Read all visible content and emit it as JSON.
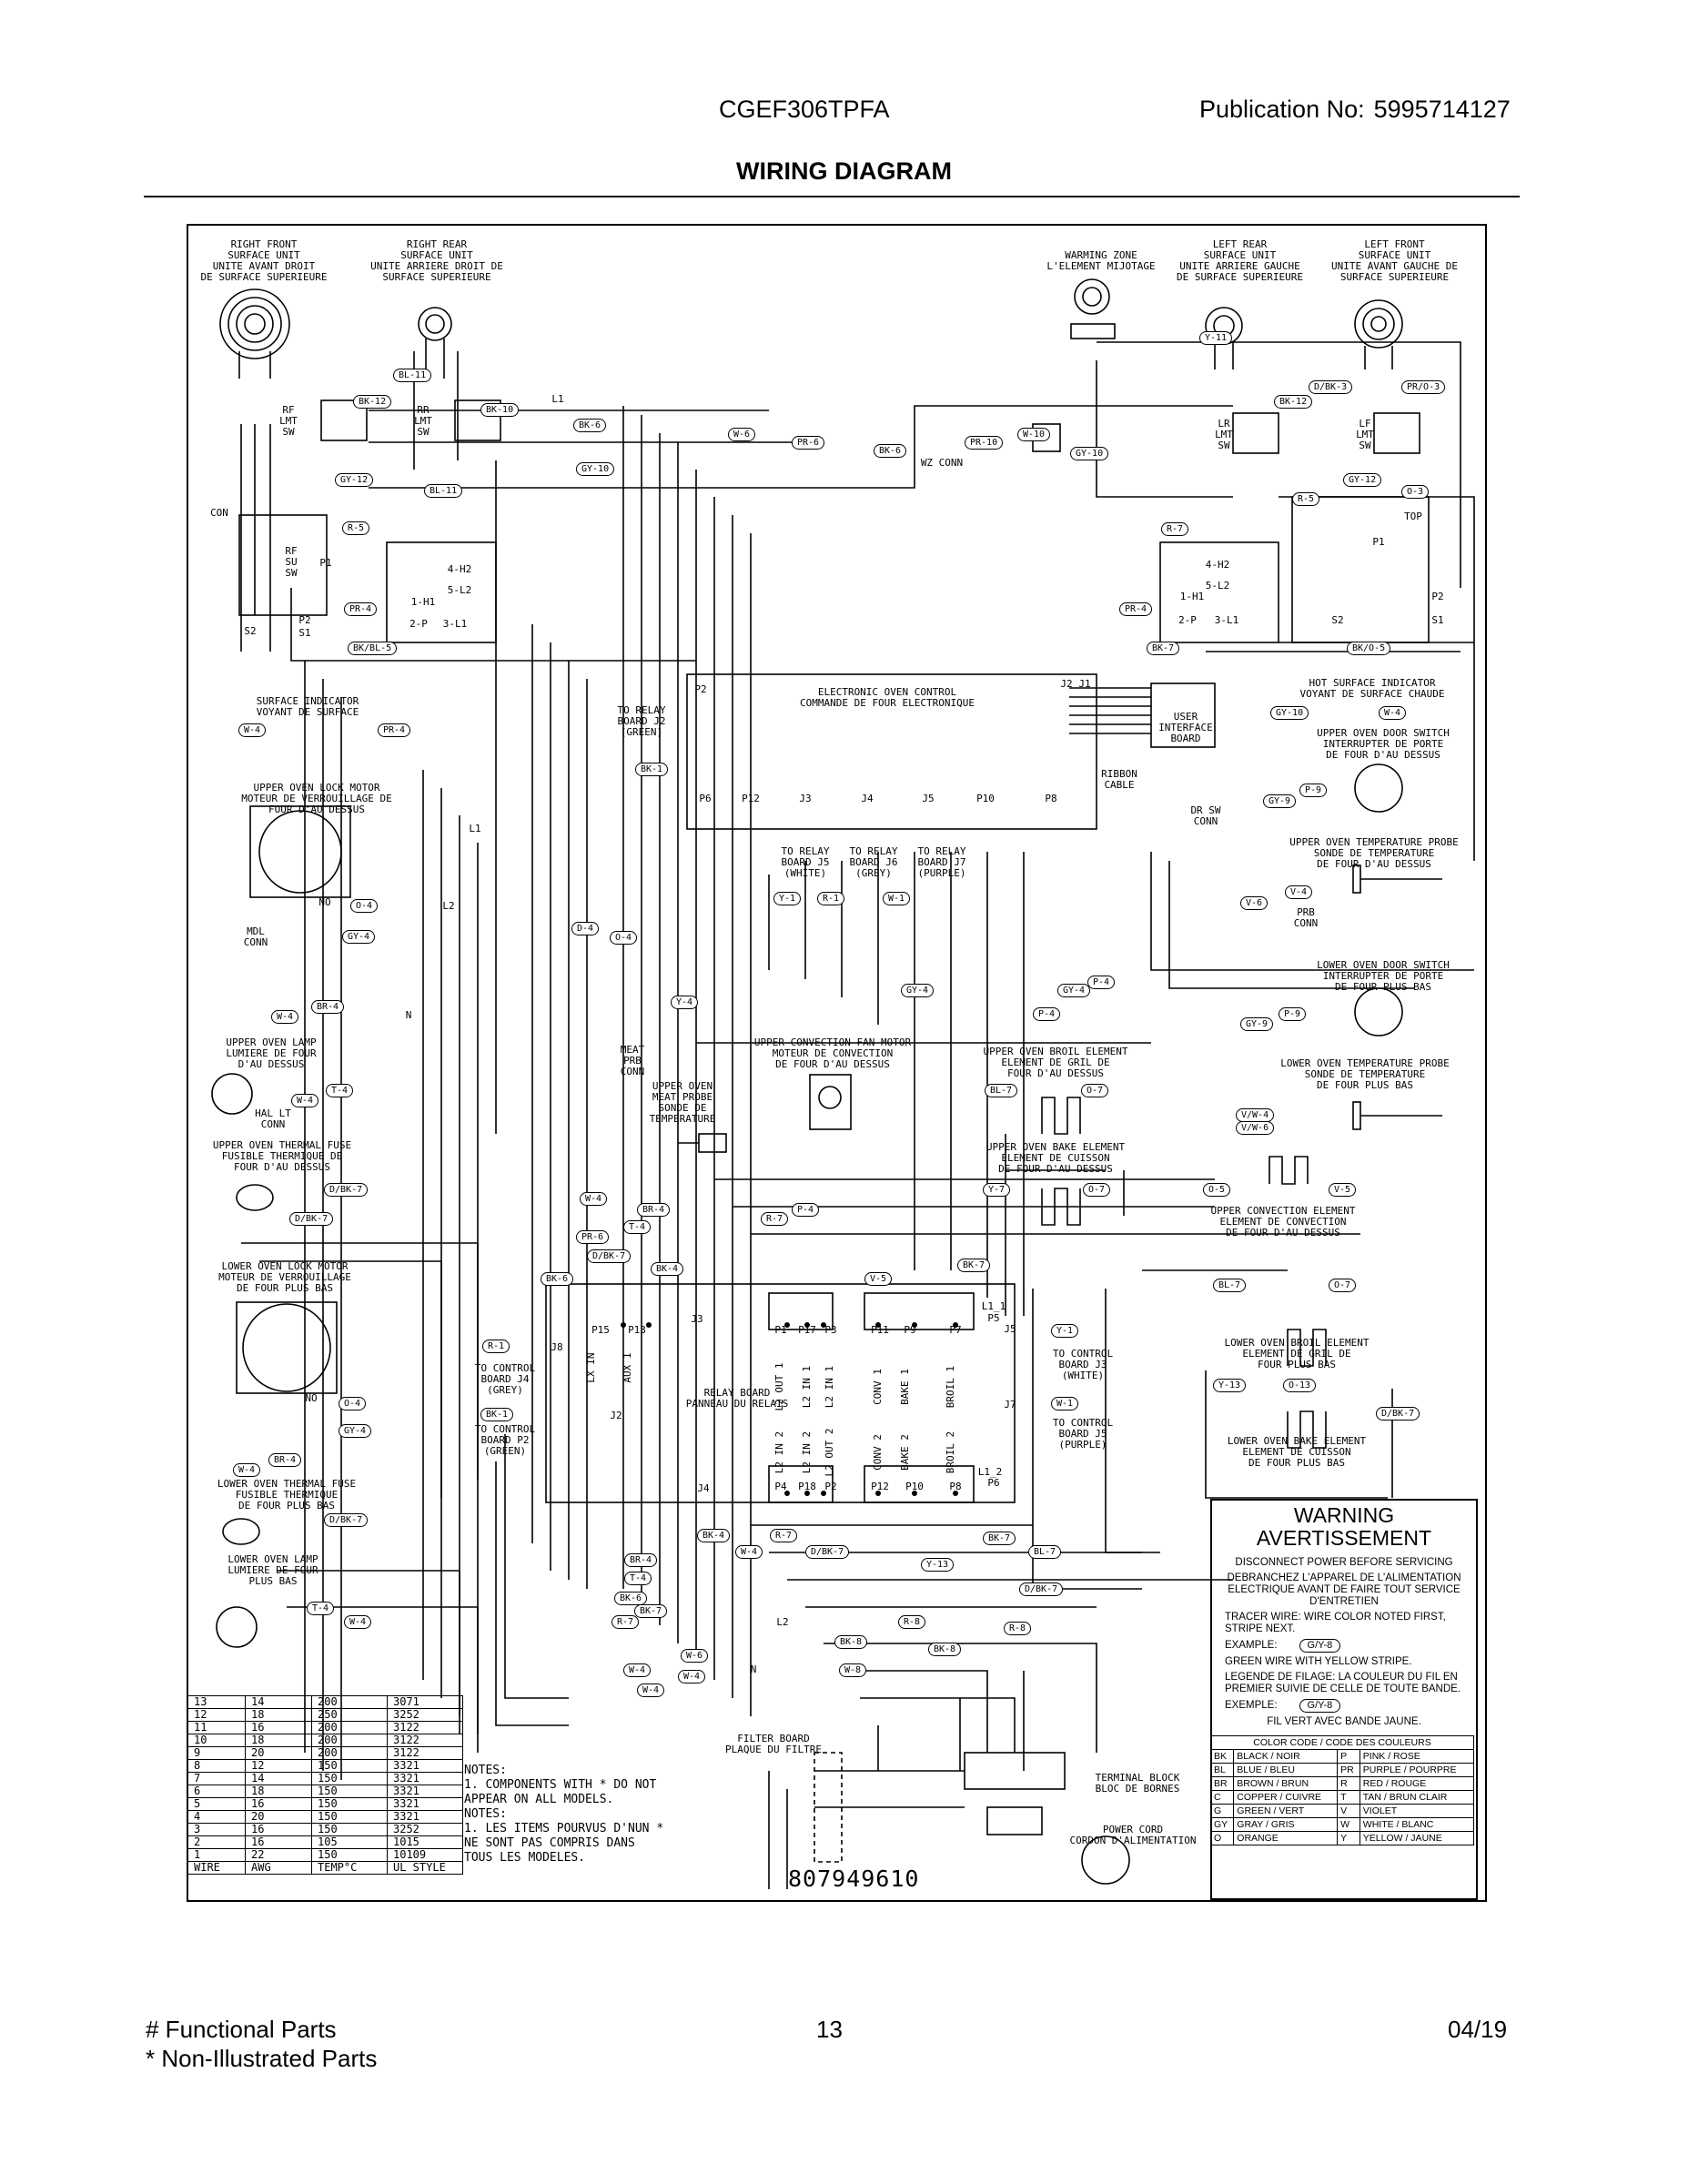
{
  "header": {
    "model": "CGEF306TPFA",
    "publication_label": "Publication No:",
    "publication_number": "5995714127",
    "title": "WIRING DIAGRAM"
  },
  "diagram": {
    "components": {
      "rf_surface": "RIGHT FRONT\nSURFACE UNIT\nUNITE AVANT DROIT\nDE SURFACE SUPERIEURE",
      "rr_surface": "RIGHT REAR\nSURFACE UNIT\nUNITE ARRIERE DROIT DE\nSURFACE SUPERIEURE",
      "warming_zone": "WARMING ZONE\nL'ELEMENT MIJOTAGE",
      "lr_surface": "LEFT REAR\nSURFACE UNIT\nUNITE ARRIERE GAUCHE\nDE SURFACE SUPERIEURE",
      "lf_surface": "LEFT FRONT\nSURFACE UNIT\nUNITE AVANT GAUCHE DE\nSURFACE SUPERIEURE",
      "surface_indicator": "SURFACE INDICATOR\nVOYANT DE SURFACE",
      "hot_surface_indicator": "HOT SURFACE INDICATOR\nVOYANT DE SURFACE CHAUDE",
      "eoc": "ELECTRONIC OVEN CONTROL\nCOMMANDE DE FOUR ELECTRONIQUE",
      "to_relay_j2": "TO RELAY\nBOARD J2\n(GREEN)",
      "user_interface": "USER\nINTERFACE\nBOARD",
      "ribbon_cable": "RIBBON\nCABLE",
      "upper_door_switch": "UPPER OVEN DOOR SWITCH\nINTERRUPTER DE PORTE\nDE FOUR D'AU DESSUS",
      "dr_sw_conn": "DR SW\nCONN",
      "upper_lock_motor": "UPPER OVEN LOCK MOTOR\nMOTEUR DE VERROUILLAGE DE\nFOUR D'AU DESSUS",
      "mdl_conn": "MDL\nCONN",
      "upper_temp_probe": "UPPER OVEN TEMPERATURE PROBE\nSONDE DE TEMPERATURE\nDE FOUR D'AU DESSUS",
      "prb_conn": "PRB\nCONN",
      "to_relay_j5": "TO RELAY\nBOARD J5\n(WHITE)",
      "to_relay_j6": "TO RELAY\nBOARD J6\n(GREY)",
      "to_relay_j7": "TO RELAY\nBOARD J7\n(PURPLE)",
      "lower_door_switch": "LOWER OVEN DOOR SWITCH\nINTERRUPTER DE PORTE\nDE FOUR PLUS BAS",
      "upper_lamp": "UPPER OVEN LAMP\nLUMIERE DE FOUR\nD'AU DESSUS",
      "meat_prb_conn": "MEAT\nPRB\nCONN",
      "upper_conv_motor": "UPPER CONVECTION FAN MOTOR\nMOTEUR DE CONVECTION\nDE FOUR D'AU DESSUS",
      "upper_broil": "UPPER OVEN BROIL ELEMENT\nELEMENT DE GRIL DE\nFOUR D'AU DESSUS",
      "lower_temp_probe": "LOWER OVEN TEMPERATURE PROBE\nSONDE DE TEMPERATURE\nDE FOUR PLUS BAS",
      "hal_lt_conn": "HAL LT\nCONN",
      "meat_probe": "UPPER OVEN\nMEAT PROBE\nSONDE DE\nTEMPERATURE",
      "upper_bake": "UPPER OVEN BAKE ELEMENT\nELEMENT DE CUISSON\nDE FOUR D'AU DESSUS",
      "upper_thermal_fuse": "UPPER OVEN THERMAL FUSE\nFUSIBLE THERMIQUE DE\nFOUR D'AU DESSUS",
      "upper_conv_element": "UPPER CONVECTION ELEMENT\nELEMENT DE CONVECTION\nDE FOUR D'AU DESSUS",
      "lower_lock_motor": "LOWER OVEN LOCK MOTOR\nMOTEUR DE VERROUILLAGE\nDE FOUR PLUS BAS",
      "to_control_j4": "TO CONTROL\nBOARD J4\n(GREY)",
      "to_control_p2": "TO CONTROL\nBOARD P2\n(GREEN)",
      "relay_board": "RELAY BOARD\nPANNEAU DU RELAIS",
      "to_control_j3": "TO CONTROL\nBOARD J3\n(WHITE)",
      "to_control_j5": "TO CONTROL\nBOARD J5\n(PURPLE)",
      "lower_broil": "LOWER OVEN BROIL ELEMENT\nELEMENT DE GRIL DE\nFOUR PLUS BAS",
      "lower_bake": "LOWER OVEN BAKE ELEMENT\nELEMENT DE CUISSON\nDE FOUR PLUS BAS",
      "lower_thermal_fuse": "LOWER OVEN THERMAL FUSE\nFUSIBLE THERMIQUE\nDE FOUR PLUS BAS",
      "lower_lamp": "LOWER OVEN LAMP\nLUMIERE DE FOUR\nPLUS BAS",
      "filter_board": "FILTER BOARD\nPLAQUE DU FILTRE",
      "terminal_block": "TERMINAL BLOCK\nBLOC DE BORNES",
      "power_cord": "POWER CORD\nCORDON D'ALIMENTATION",
      "wz_conn": "WZ CONN"
    },
    "wire_labels": [
      "BK-12",
      "BK-10",
      "BK-6",
      "W-6",
      "PR-6",
      "BK-6",
      "PR-10",
      "W-10",
      "GY-10",
      "BL-11",
      "Y-11",
      "D/BK-3",
      "PR/O-3",
      "BK-12",
      "GY-12",
      "BL-11",
      "GY-10",
      "GY-12",
      "R-5",
      "O-3",
      "R-5",
      "R-7",
      "PR-4",
      "PR-4",
      "BK-7",
      "BK/BL-5",
      "BK/O-5",
      "GY-10",
      "W-4",
      "W-4",
      "PR-4",
      "BK-1",
      "P-9",
      "GY-9",
      "O-4",
      "GY-4",
      "D-4",
      "O-4",
      "V-4",
      "V-6",
      "P-4",
      "GY-4",
      "BR-4",
      "W-4",
      "Y-4",
      "GY-4",
      "P-4",
      "P-9",
      "GY-9",
      "T-4",
      "BL-7",
      "O-7",
      "W-4",
      "D/BK-7",
      "D/BK-7",
      "Y-7",
      "O-7",
      "O-5",
      "V-5",
      "W-4",
      "BR-4",
      "R-7",
      "P-4",
      "T-4",
      "PR-6",
      "D/BK-7",
      "BK-6",
      "BK-4",
      "V-5",
      "BK-7",
      "R-1",
      "BK-1",
      "Y-1",
      "W-1",
      "BL-7",
      "O-7",
      "Y-13",
      "O-13",
      "D/BK-7",
      "O-4",
      "GY-4",
      "BR-4",
      "W-4",
      "D/BK-7",
      "BK-4",
      "R-7",
      "W-4",
      "D/BK-7",
      "BR-4",
      "T-4",
      "Y-13",
      "BK-7",
      "BL-7",
      "D/BK-7",
      "BK-6",
      "BK-7",
      "R-7",
      "R-8",
      "T-4",
      "W-4",
      "BK-8",
      "BK-8",
      "R-8",
      "W-6",
      "W-4",
      "W-4",
      "W-8",
      "W-4",
      "Y-1",
      "R-1",
      "W-1",
      "V/W-4",
      "V/W-6"
    ],
    "relay_pins": {
      "p15": "P15",
      "p13": "P13",
      "lx_in": "LX IN",
      "aux1": "AUX 1",
      "j3": "J3",
      "j8": "J8",
      "j2": "J2",
      "j4": "J4",
      "j5": "J5",
      "j7": "J7",
      "p1": "P1",
      "p17": "P17",
      "p3": "P3",
      "p11": "P11",
      "p9": "P9",
      "p7": "P7",
      "l2out1": "L2 OUT 1",
      "l2in1a": "L2 IN 1",
      "l2in1b": "L2 IN 1",
      "conv1": "CONV 1",
      "bake1": "BAKE 1",
      "broil1": "BROIL 1",
      "l2in2a": "L2 IN 2",
      "l2in2b": "L2 IN 2",
      "l2out2": "L2 OUT 2",
      "conv2": "CONV 2",
      "bake2": "BAKE 2",
      "broil2": "BROIL 2",
      "p4": "P4",
      "p18": "P18",
      "p2": "P2",
      "p12": "P12",
      "p10": "P10",
      "p8": "P8",
      "l1_1": "L1_1",
      "p5": "P5",
      "l1_2": "L1_2",
      "p6": "P6"
    },
    "eoc_headers": {
      "p2": "P2",
      "j2": "J2",
      "j1": "J1",
      "p6": "P6",
      "p12": "P12",
      "j3": "J3",
      "j4": "J4",
      "j5": "J5",
      "p10": "P10",
      "p8": "P8"
    },
    "switch_labels": {
      "rf_lmt": "RF\nLMT\nSW",
      "rr_lmt": "RR\nLMT\nSW",
      "lr_lmt": "LR\nLMT\nSW",
      "lf_lmt": "LF\nLMT\nSW",
      "rf_su": "RF\nSU\nSW",
      "con": "CON",
      "top": "TOP",
      "h2": "4-H2",
      "l2": "5-L2",
      "h1": "1-H1",
      "p2p": "2-P",
      "l1": "3-L1",
      "h2b": "4-H2",
      "l2b": "5-L2",
      "h1b": "1-H1",
      "p2pb": "2-P",
      "l1b": "3-L1",
      "s1": "S1",
      "s2": "S2",
      "s1b": "S1",
      "s2b": "S2",
      "p1": "P1",
      "p1b": "P1",
      "p2": "P2",
      "p2b": "P2",
      "n": "N",
      "n2": "N",
      "l1n": "L1",
      "l2n": "L2",
      "l1c": "L1",
      "l2c": "L2",
      "no1": "NO",
      "no2": "NO"
    },
    "notes": "NOTES:\n1.  COMPONENTS WITH * DO NOT\n    APPEAR ON ALL MODELS.\nNOTES:\n1.  LES ITEMS POURVUS D'NUN *\n    NE SONT PAS COMPRIS DANS\n    TOUS LES MODELES.",
    "document_number": "807949610"
  },
  "wire_table": {
    "columns": [
      "WIRE",
      "AWG",
      "TEMP°C",
      "UL STYLE"
    ],
    "rows": [
      [
        "13",
        "14",
        "200",
        "3071"
      ],
      [
        "12",
        "18",
        "250",
        "3252"
      ],
      [
        "11",
        "16",
        "200",
        "3122"
      ],
      [
        "10",
        "18",
        "200",
        "3122"
      ],
      [
        "9",
        "20",
        "200",
        "3122"
      ],
      [
        "8",
        "12",
        "150",
        "3321"
      ],
      [
        "7",
        "14",
        "150",
        "3321"
      ],
      [
        "6",
        "18",
        "150",
        "3321"
      ],
      [
        "5",
        "16",
        "150",
        "3321"
      ],
      [
        "4",
        "20",
        "150",
        "3321"
      ],
      [
        "3",
        "16",
        "150",
        "3252"
      ],
      [
        "2",
        "16",
        "105",
        "1015"
      ],
      [
        "1",
        "22",
        "150",
        "10109"
      ]
    ]
  },
  "warning": {
    "title_en": "WARNING",
    "title_fr": "AVERTISSEMENT",
    "line1": "DISCONNECT POWER BEFORE SERVICING",
    "line2": "DEBRANCHEZ L'APPAREL DE L'ALIMENTATION ELECTRIQUE AVANT DE FAIRE TOUT SERVICE D'ENTRETIEN",
    "tracer": "TRACER WIRE: WIRE COLOR NOTED FIRST, STRIPE NEXT.",
    "example_label": "EXAMPLE:",
    "example_value": "G/Y-8",
    "example_desc": "GREEN WIRE WITH YELLOW STRIPE.",
    "legend_fr": "LEGENDE DE FILAGE: LA COULEUR DU FIL EN PREMIER SUIVIE DE CELLE DE TOUTE BANDE.",
    "example_label_fr": "EXEMPLE:",
    "example_value_fr": "G/Y-8",
    "example_desc_fr": "FIL VERT AVEC BANDE JAUNE.",
    "color_code_title": "COLOR CODE / CODE DES COULEURS",
    "color_codes": [
      [
        "BK",
        "BLACK / NOIR",
        "P",
        "PINK / ROSE"
      ],
      [
        "BL",
        "BLUE / BLEU",
        "PR",
        "PURPLE / POURPRE"
      ],
      [
        "BR",
        "BROWN / BRUN",
        "R",
        "RED / ROUGE"
      ],
      [
        "C",
        "COPPER / CUIVRE",
        "T",
        "TAN / BRUN CLAIR"
      ],
      [
        "G",
        "GREEN / VERT",
        "V",
        "VIOLET"
      ],
      [
        "GY",
        "GRAY / GRIS",
        "W",
        "WHITE / BLANC"
      ],
      [
        "O",
        "ORANGE",
        "Y",
        "YELLOW / JAUNE"
      ]
    ]
  },
  "footer": {
    "functional": "# Functional Parts",
    "non_illustrated": "* Non-Illustrated Parts",
    "page": "13",
    "date": "04/19"
  }
}
